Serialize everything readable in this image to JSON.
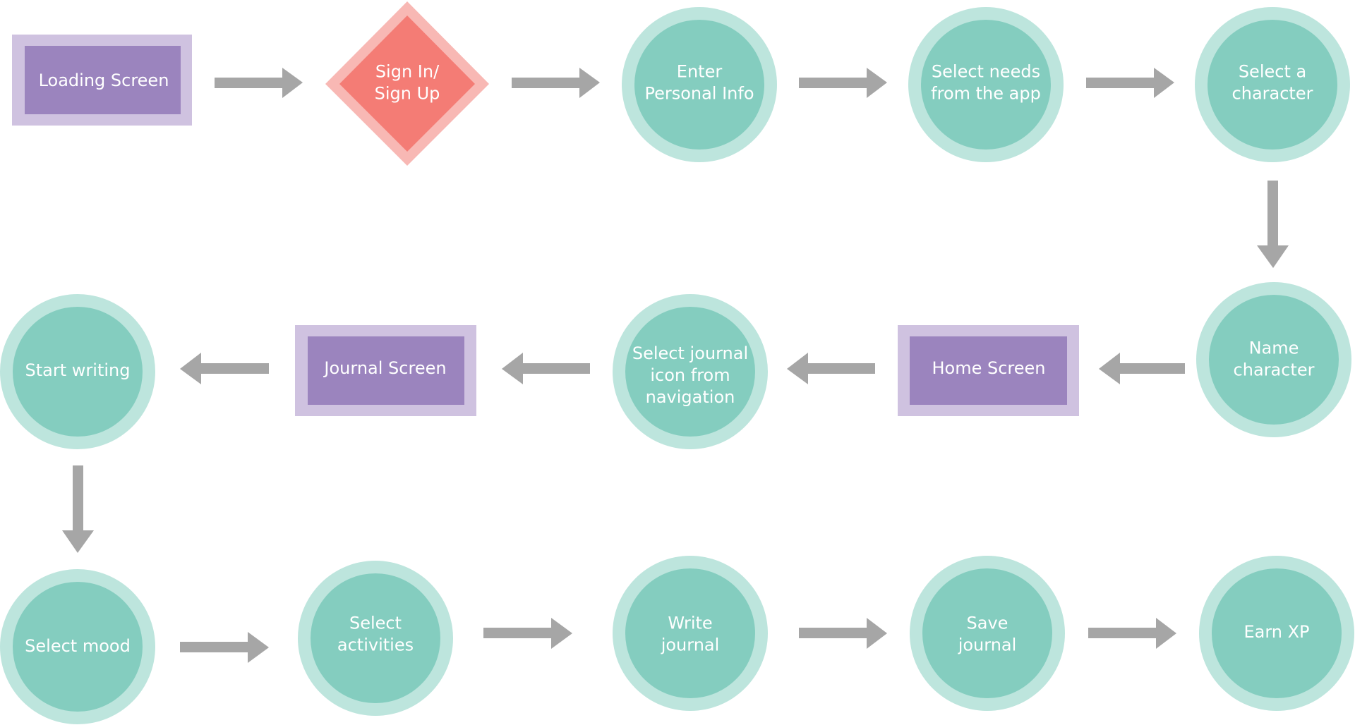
{
  "nodes": {
    "loading_screen": [
      "Loading Screen"
    ],
    "sign_in_up": [
      "Sign In/",
      "Sign Up"
    ],
    "enter_personal_info": [
      "Enter",
      "Personal Info"
    ],
    "select_needs": [
      "Select needs",
      "from the app"
    ],
    "select_character": [
      "Select a",
      "character"
    ],
    "name_character": [
      "Name",
      "character"
    ],
    "home_screen": [
      "Home Screen"
    ],
    "select_journal_icon": [
      "Select journal",
      "icon from",
      "navigation"
    ],
    "journal_screen": [
      "Journal Screen"
    ],
    "start_writing": [
      "Start writing"
    ],
    "select_mood": [
      "Select mood"
    ],
    "select_activities": [
      "Select",
      "activities"
    ],
    "write_journal": [
      "Write",
      "journal"
    ],
    "save_journal": [
      "Save",
      "journal"
    ],
    "earn_xp": [
      "Earn XP"
    ]
  },
  "colors": {
    "screen_fill": "#9B84BE",
    "screen_border": "#CFC2E0",
    "decision_fill": "#F47C75",
    "decision_border": "#F8B8B4",
    "step_fill": "#84CDBF",
    "step_border": "#BDE5DD",
    "arrow": "#A6A6A6",
    "label": "#FFFFFF"
  }
}
